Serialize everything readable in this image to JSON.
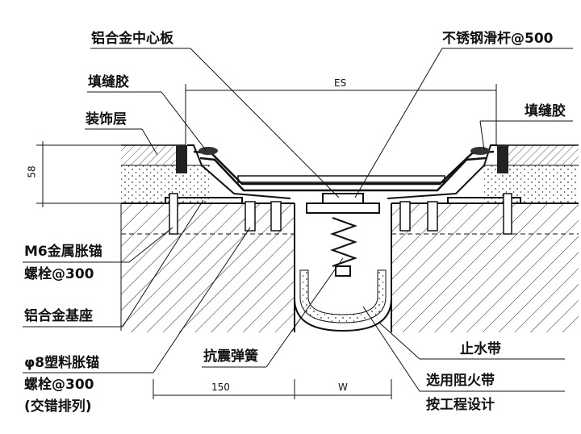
{
  "labels": {
    "center_plate": "铝合金中心板",
    "slide_rod": "不锈钢滑杆@500",
    "sealant_left": "填缝胶",
    "sealant_right": "填缝胶",
    "finish_layer": "装饰层",
    "anchor_m6_line1": "M6金属胀锚",
    "anchor_m6_line2": "螺栓@300",
    "aluminium_base": "铝合金基座",
    "plastic_anchor_line1": "φ8塑料胀锚",
    "plastic_anchor_line2": "螺栓@300",
    "plastic_anchor_line3": "(交错排列)",
    "seismic_spring": "抗震弹簧",
    "waterstop": "止水带",
    "fire_belt_line1": "选用阻火带",
    "fire_belt_line2": "按工程设计"
  },
  "dimensions": {
    "es": "ES",
    "height": "58",
    "left_width": "150",
    "w": "W"
  }
}
